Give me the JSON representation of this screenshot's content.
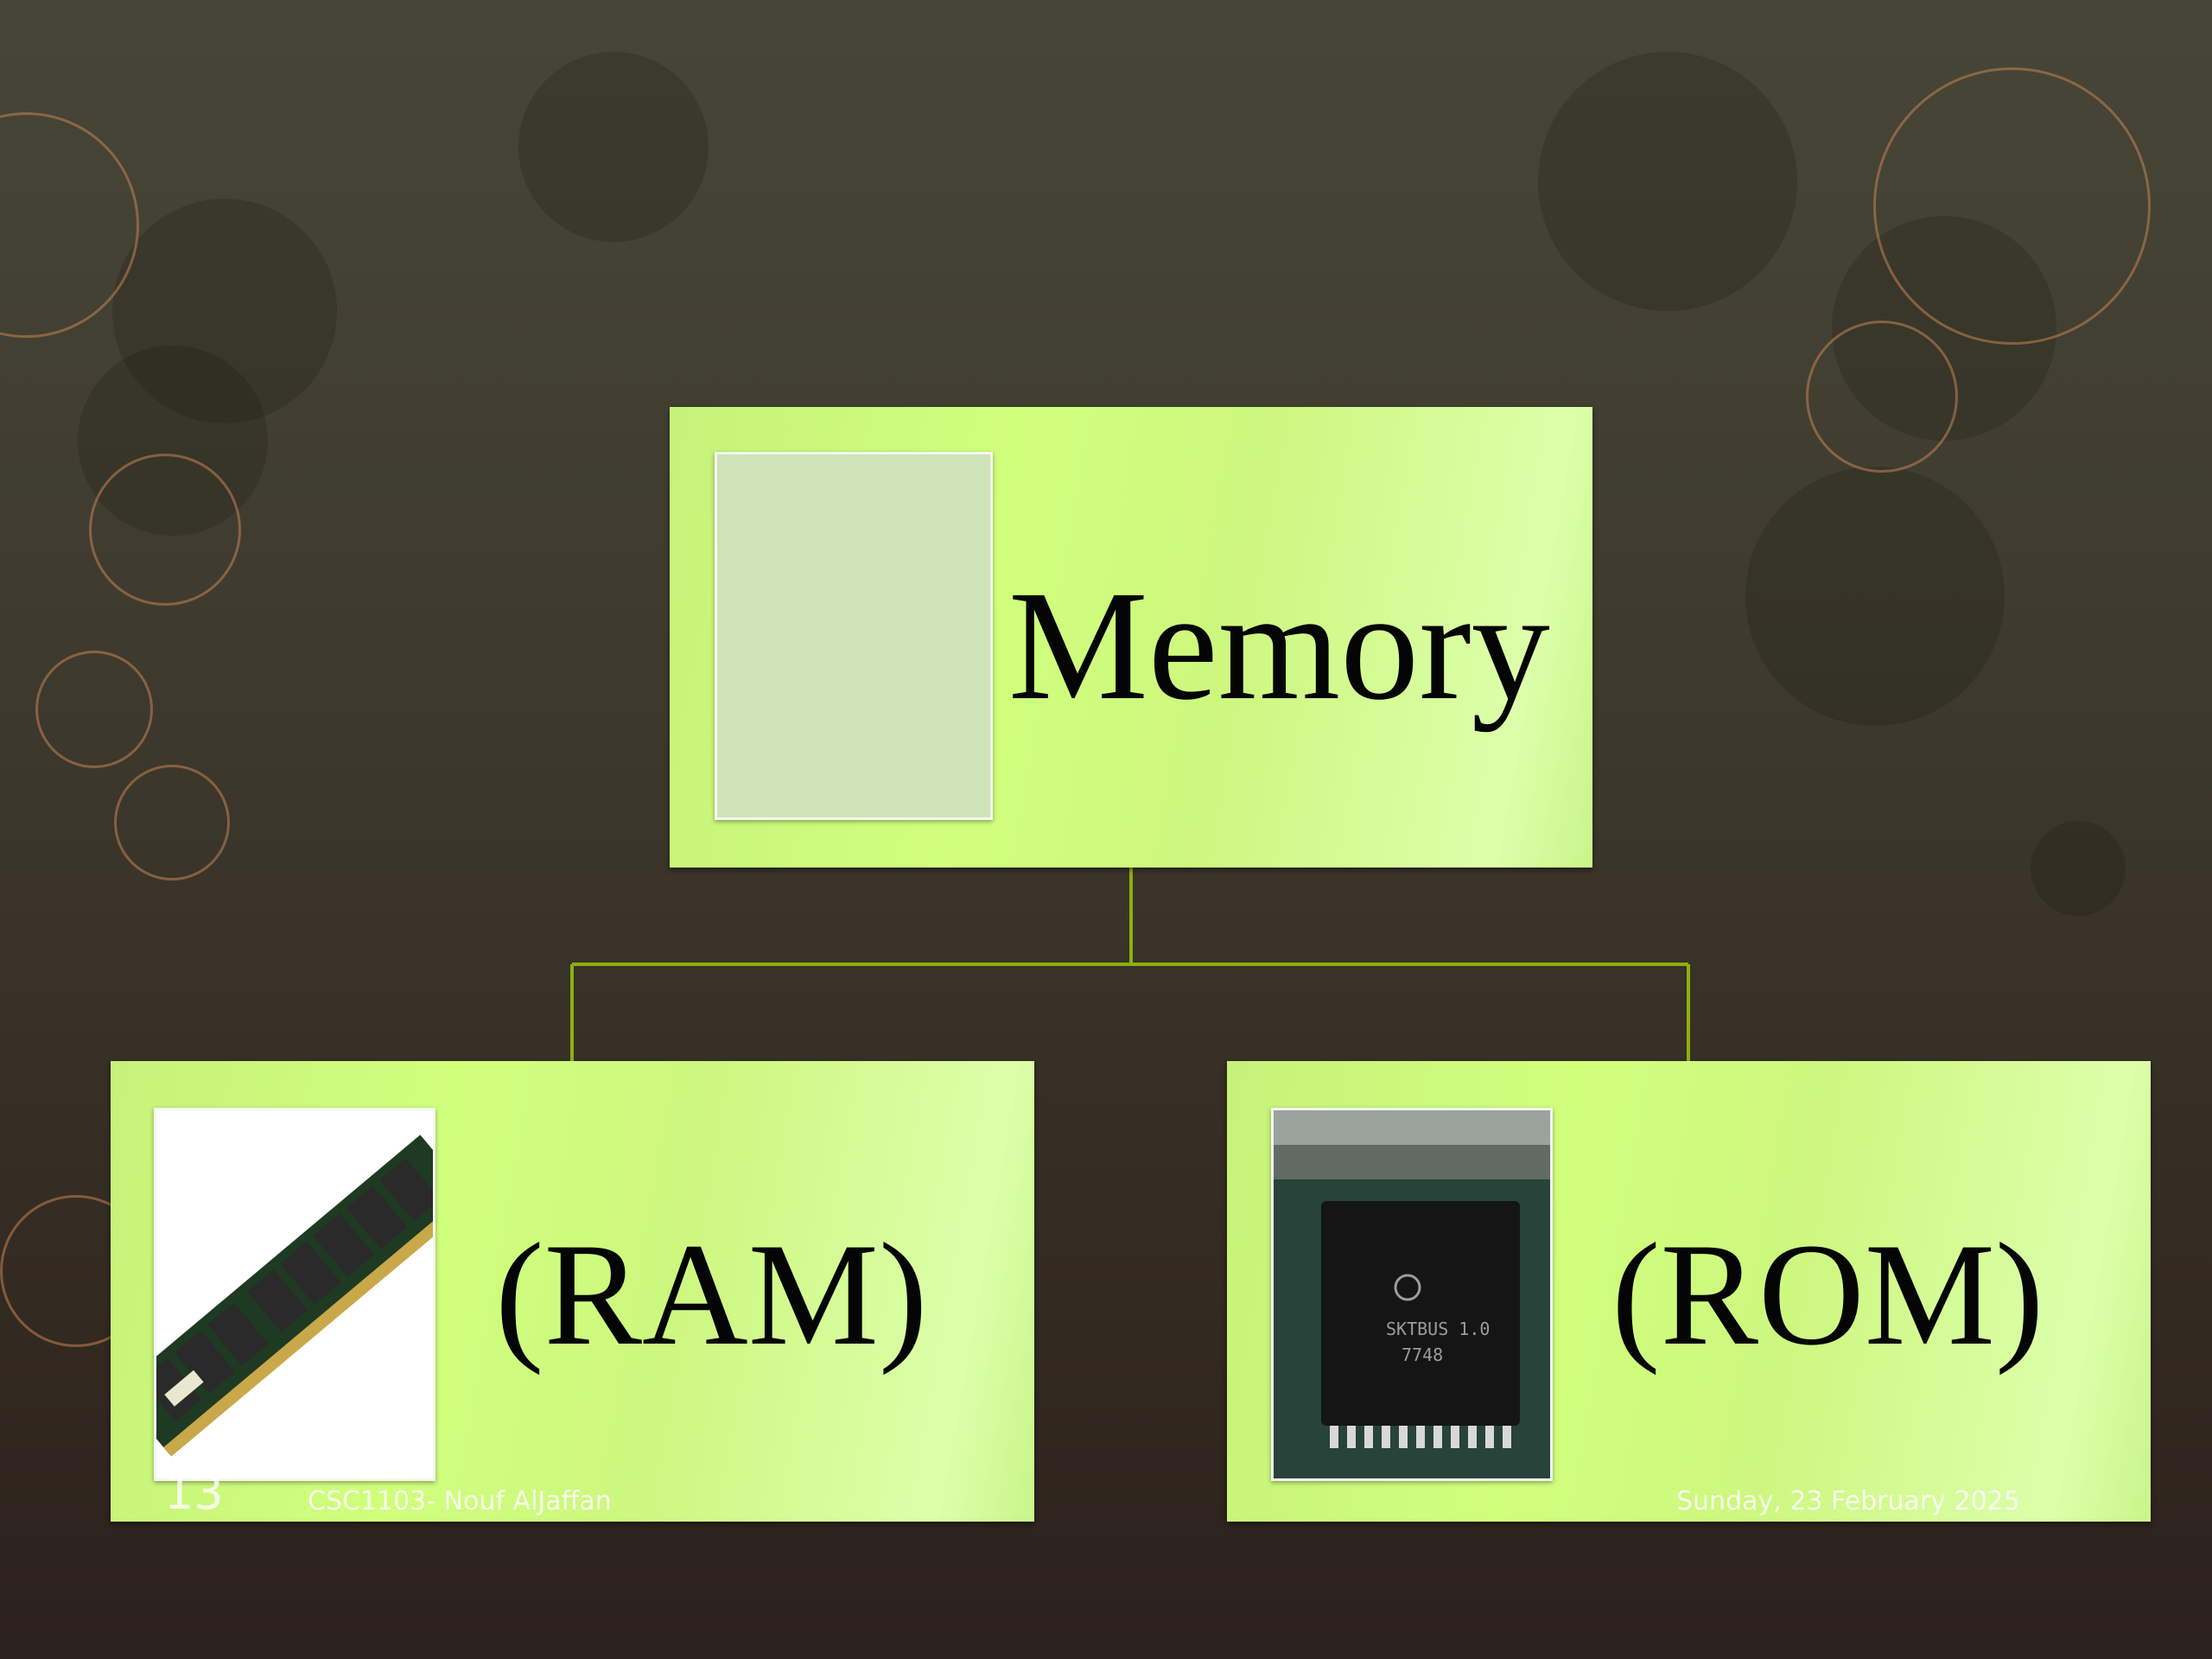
{
  "diagram": {
    "root": {
      "label": "Memory"
    },
    "children": [
      {
        "label": "(RAM)",
        "image": "ram-module-photo"
      },
      {
        "label": "(ROM)",
        "image": "rom-chip-photo"
      }
    ],
    "connector_color": "#8db010",
    "box_color": "#cff97d"
  },
  "footer": {
    "slide_number": "13",
    "course": "CSC1103- Nouf AlJaffan",
    "date": "Sunday, 23 February 2025"
  },
  "rom_chip_markings": [
    "SKTBUS 1.0",
    "7748"
  ]
}
